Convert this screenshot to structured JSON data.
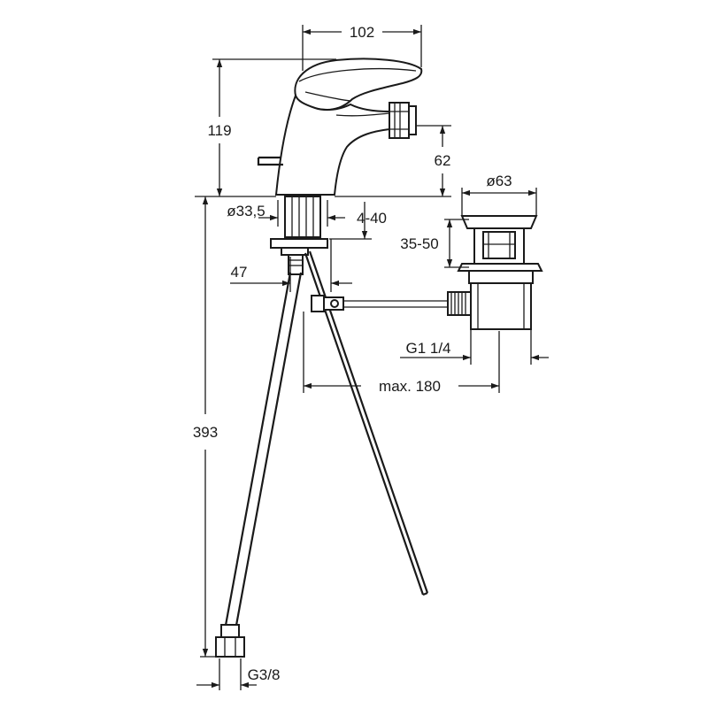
{
  "dimensions": {
    "width_top": "102",
    "height_body": "119",
    "spout_height": "62",
    "base_diameter": "ø33,5",
    "deck_thickness": "4-40",
    "waste_diameter": "ø63",
    "waste_range": "35-50",
    "projection": "47",
    "waste_thread": "G1 1/4",
    "max_rod": "max. 180",
    "hose_length": "393",
    "hose_thread": "G3/8"
  },
  "colors": {
    "line": "#1a1a1a",
    "background": "#ffffff"
  },
  "icons": [
    "arrow-icon"
  ]
}
